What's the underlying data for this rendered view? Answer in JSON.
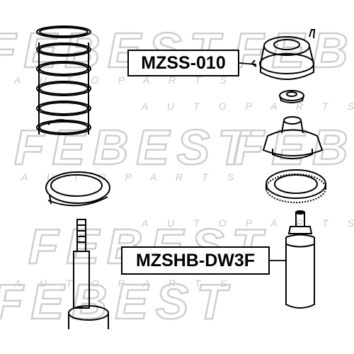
{
  "watermark": {
    "brand": "FEBEST",
    "tagline": "A U T O   P A R T S",
    "color": "#d9d9d9"
  },
  "callouts": {
    "mount": "MZSS-010",
    "boot": "MZSHB-DW3F"
  },
  "parts": {
    "coil-spring": "coil-spring-icon",
    "spring-seat": "spring-seat-icon",
    "shock-rod": "shock-absorber-icon",
    "strut-mount": "strut-mount-icon",
    "bump-stop": "bump-stop-icon",
    "bearing": "bearing-icon",
    "dust-boot": "dust-boot-icon"
  },
  "colors": {
    "line": "#000000",
    "background": "#ffffff"
  }
}
